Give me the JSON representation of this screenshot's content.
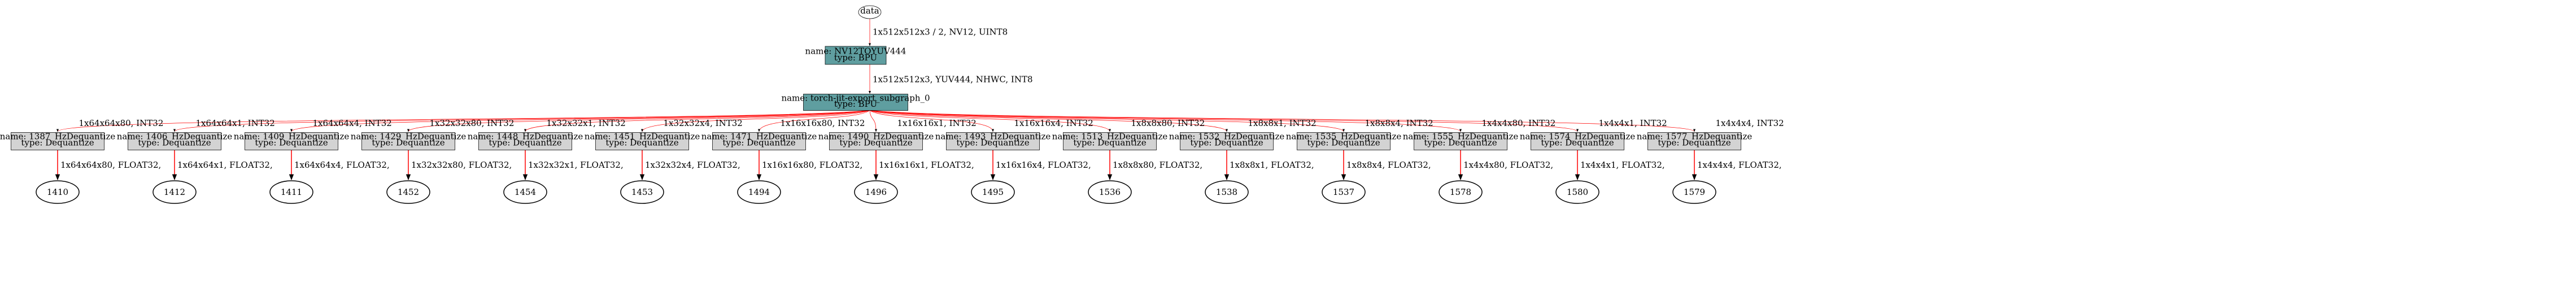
{
  "graph": {
    "input": {
      "label": "data"
    },
    "preprocess": {
      "name": "name: NV12TOYUV444",
      "type": "type: BPU"
    },
    "edge_input_to_pre": "1x512x512x3 / 2, NV12, UINT8",
    "main": {
      "name": "name: torch-jit-export_subgraph_0",
      "type": "type: BPU"
    },
    "edge_pre_to_main": "1x512x512x3, YUV444, NHWC, INT8",
    "colors": {
      "bpu_fill": "#5f9ea0",
      "dequant_fill": "#d3d3d3",
      "edge": "#ff0000",
      "stroke": "#000000"
    },
    "branches": [
      {
        "in_edge": "1x64x64x80, INT32",
        "name": "name: 1387_HzDequantize",
        "type": "type: Dequantize",
        "out_edge": "1x64x64x80, FLOAT32,",
        "output": "1410"
      },
      {
        "in_edge": "1x64x64x1, INT32",
        "name": "name: 1406_HzDequantize",
        "type": "type: Dequantize",
        "out_edge": "1x64x64x1, FLOAT32,",
        "output": "1412"
      },
      {
        "in_edge": "1x64x64x4, INT32",
        "name": "name: 1409_HzDequantize",
        "type": "type: Dequantize",
        "out_edge": "1x64x64x4, FLOAT32,",
        "output": "1411"
      },
      {
        "in_edge": "1x32x32x80, INT32",
        "name": "name: 1429_HzDequantize",
        "type": "type: Dequantize",
        "out_edge": "1x32x32x80, FLOAT32,",
        "output": "1452"
      },
      {
        "in_edge": "1x32x32x1, INT32",
        "name": "name: 1448_HzDequantize",
        "type": "type: Dequantize",
        "out_edge": "1x32x32x1, FLOAT32,",
        "output": "1454"
      },
      {
        "in_edge": "1x32x32x4, INT32",
        "name": "name: 1451_HzDequantize",
        "type": "type: Dequantize",
        "out_edge": "1x32x32x4, FLOAT32,",
        "output": "1453"
      },
      {
        "in_edge": "1x16x16x80, INT32",
        "name": "name: 1471_HzDequantize",
        "type": "type: Dequantize",
        "out_edge": "1x16x16x80, FLOAT32,",
        "output": "1494"
      },
      {
        "in_edge": "1x16x16x1, INT32",
        "name": "name: 1490_HzDequantize",
        "type": "type: Dequantize",
        "out_edge": "1x16x16x1, FLOAT32,",
        "output": "1496"
      },
      {
        "in_edge": "1x16x16x4, INT32",
        "name": "name: 1493_HzDequantize",
        "type": "type: Dequantize",
        "out_edge": "1x16x16x4, FLOAT32,",
        "output": "1495"
      },
      {
        "in_edge": "1x8x8x80, INT32",
        "name": "name: 1513_HzDequantize",
        "type": "type: Dequantize",
        "out_edge": "1x8x8x80, FLOAT32,",
        "output": "1536"
      },
      {
        "in_edge": "1x8x8x1, INT32",
        "name": "name: 1532_HzDequantize",
        "type": "type: Dequantize",
        "out_edge": "1x8x8x1, FLOAT32,",
        "output": "1538"
      },
      {
        "in_edge": "1x8x8x4, INT32",
        "name": "name: 1535_HzDequantize",
        "type": "type: Dequantize",
        "out_edge": "1x8x8x4, FLOAT32,",
        "output": "1537"
      },
      {
        "in_edge": "1x4x4x80, INT32",
        "name": "name: 1555_HzDequantize",
        "type": "type: Dequantize",
        "out_edge": "1x4x4x80, FLOAT32,",
        "output": "1578"
      },
      {
        "in_edge": "1x4x4x1, INT32",
        "name": "name: 1574_HzDequantize",
        "type": "type: Dequantize",
        "out_edge": "1x4x4x1, FLOAT32,",
        "output": "1580"
      },
      {
        "in_edge": "1x4x4x4, INT32",
        "name": "name: 1577_HzDequantize",
        "type": "type: Dequantize",
        "out_edge": "1x4x4x4, FLOAT32,",
        "output": "1579"
      }
    ]
  }
}
